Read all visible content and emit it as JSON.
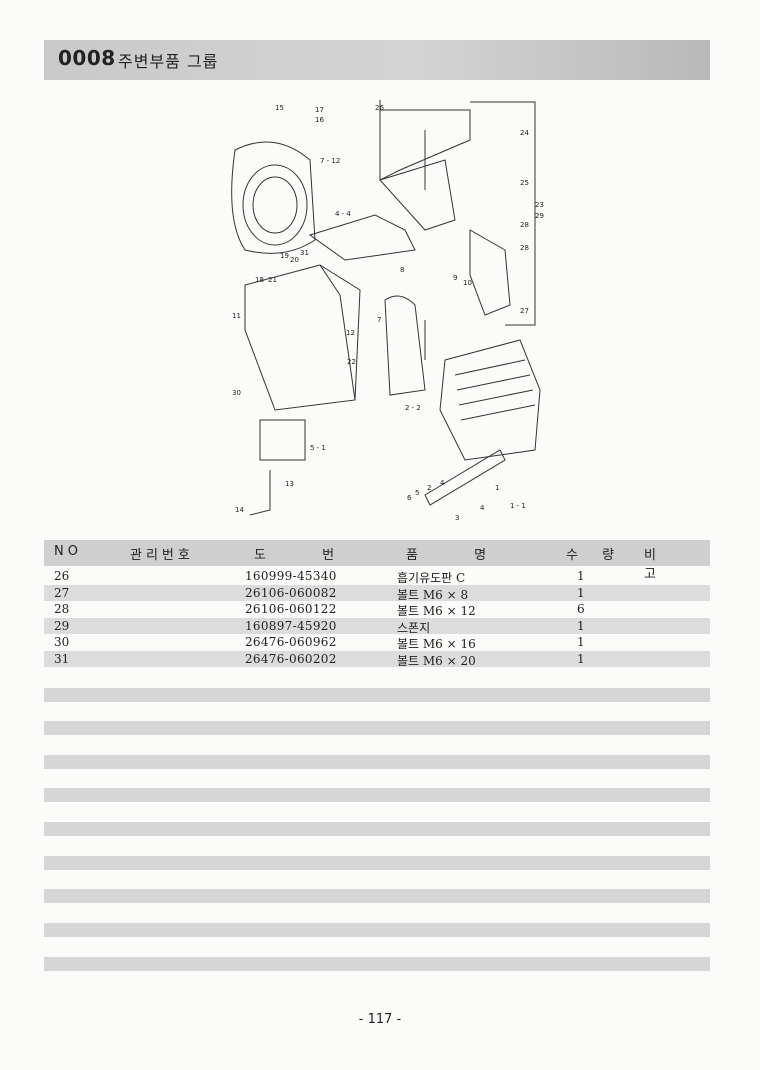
{
  "header": {
    "code": "0008",
    "title": "주변부품 그룹"
  },
  "table": {
    "columns": [
      "NO",
      "관리번호",
      "도 번",
      "품 명",
      "수 량",
      "비 고"
    ],
    "rows": [
      {
        "no": "26",
        "drawing": "160999-45340",
        "name": "흡기유도판 C",
        "qty": "1"
      },
      {
        "no": "27",
        "drawing": "26106-060082",
        "name": "볼트 M6 × 8",
        "qty": "1"
      },
      {
        "no": "28",
        "drawing": "26106-060122",
        "name": "볼트 M6 × 12",
        "qty": "6"
      },
      {
        "no": "29",
        "drawing": "160897-45920",
        "name": "스폰지",
        "qty": "1"
      },
      {
        "no": "30",
        "drawing": "26476-060962",
        "name": "볼트 M6 × 16",
        "qty": "1"
      },
      {
        "no": "31",
        "drawing": "26476-060202",
        "name": "볼트 M6 × 20",
        "qty": "1"
      }
    ]
  },
  "diagram": {
    "callouts": [
      "15",
      "17",
      "16",
      "7",
      "12",
      "26",
      "24",
      "25",
      "23",
      "29",
      "28",
      "4",
      "4",
      "19",
      "20",
      "31",
      "18",
      "21",
      "8",
      "9",
      "10",
      "27",
      "11",
      "12",
      "22",
      "7",
      "2",
      "2",
      "30",
      "5",
      "1",
      "13",
      "14",
      "6",
      "5",
      "2",
      "4",
      "4",
      "3",
      "1",
      "1"
    ]
  },
  "footer": {
    "page": "- 117 -"
  }
}
